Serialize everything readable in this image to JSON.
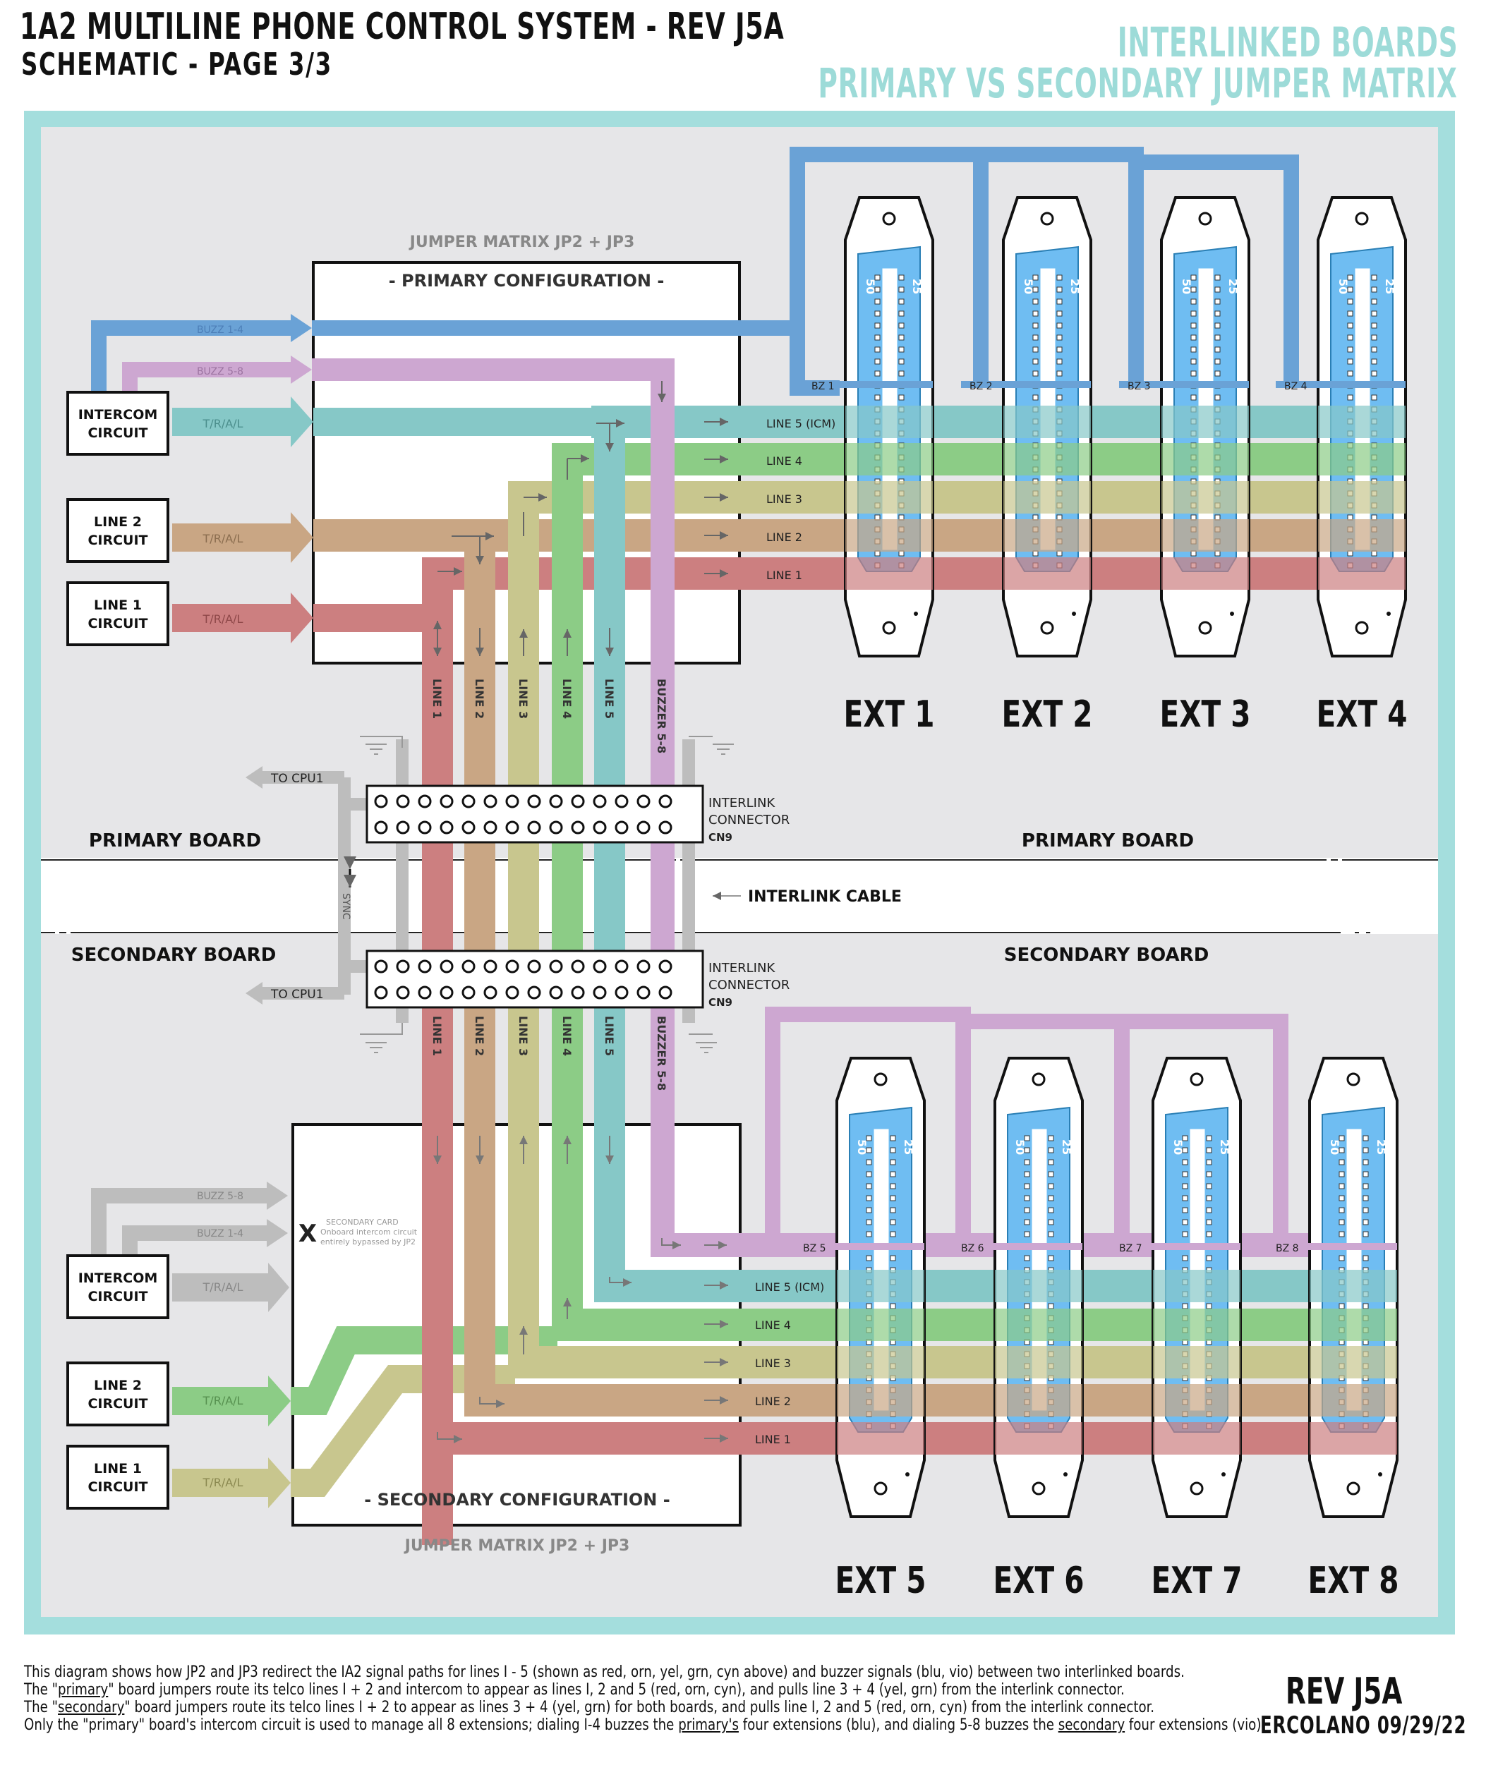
{
  "title": {
    "line1": "1A2 MULTILINE PHONE CONTROL SYSTEM  -  REV J5A",
    "line2": "SCHEMATIC - PAGE 3/3",
    "right1": "INTERLINKED BOARDS",
    "right2": "PRIMARY VS SECONDARY JUMPER MATRIX"
  },
  "colors": {
    "frame": "#a4dedd",
    "panel": "#e6e6e8",
    "blue": "#6aa2d6",
    "violet": "#cda7d1",
    "cyan": "#86c8c7",
    "green": "#8ccc86",
    "yellow": "#c8c68e",
    "orange": "#c9a684",
    "red": "#cc7f80",
    "grey": "#b8b8b8",
    "connector": "#6fbdf2"
  },
  "primary": {
    "matrix_label": "JUMPER MATRIX JP2 + JP3",
    "config_label": "- PRIMARY CONFIGURATION -",
    "board_label": "PRIMARY BOARD",
    "circuits": [
      "INTERCOM CIRCUIT",
      "LINE 2 CIRCUIT",
      "LINE 1 CIRCUIT"
    ],
    "inputs": [
      "BUZZ 1-4",
      "BUZZ 5-8",
      "T/R/A/L",
      "T/R/A/L",
      "T/R/A/L"
    ],
    "lines": [
      "LINE 5 (ICM)",
      "LINE 4",
      "LINE 3",
      "LINE 2",
      "LINE 1"
    ],
    "buzz_tags": [
      "BZ 1",
      "BZ 2",
      "BZ 3",
      "BZ 4"
    ],
    "extensions": [
      "EXT 1",
      "EXT 2",
      "EXT 3",
      "EXT 4"
    ],
    "to_cpu": "TO CPU1"
  },
  "secondary": {
    "matrix_label": "JUMPER MATRIX JP2 + JP3",
    "config_label": "- SECONDARY CONFIGURATION -",
    "board_label": "SECONDARY BOARD",
    "circuits": [
      "INTERCOM CIRCUIT",
      "LINE 2 CIRCUIT",
      "LINE 1 CIRCUIT"
    ],
    "inputs": [
      "BUZZ 5-8",
      "BUZZ 1-4",
      "T/R/A/L",
      "T/R/A/L",
      "T/R/A/L"
    ],
    "bypass_mark": "X",
    "bypass_note": [
      "SECONDARY CARD",
      "Onboard intercom circuit",
      "entirely bypassed by JP2"
    ],
    "lines": [
      "LINE 5 (ICM)",
      "LINE 4",
      "LINE 3",
      "LINE 2",
      "LINE 1"
    ],
    "buzz_tags": [
      "BZ 5",
      "BZ 6",
      "BZ 7",
      "BZ 8"
    ],
    "extensions": [
      "EXT 5",
      "EXT 6",
      "EXT 7",
      "EXT 8"
    ],
    "to_cpu": "TO CPU1"
  },
  "interlink": {
    "bus_labels": [
      "LINE 1",
      "LINE 2",
      "LINE 3",
      "LINE 4",
      "LINE 5",
      "BUZZER 5-8"
    ],
    "connector_label": [
      "INTERLINK",
      "CONNECTOR",
      "CN9"
    ],
    "cable_label": "INTERLINK CABLE",
    "sync_label": "SYNC"
  },
  "connector_pins": {
    "left": "50",
    "right": "25"
  },
  "footnote": {
    "line1": "This diagram shows how JP2 and JP3 redirect the IA2 signal paths for lines I - 5 (shown as red, orn, yel, grn, cyn above) and buzzer signals (blu, vio) between two interlinked boards.",
    "line2_a": "The \"",
    "line2_b": "primary",
    "line2_c": "\" board jumpers route its telco lines I + 2 and intercom to appear as lines I, 2 and 5 (red, orn, cyn), and pulls line 3 + 4 (yel, grn) from the interlink connector.",
    "line3_a": "The \"",
    "line3_b": "secondary",
    "line3_c": "\" board jumpers route its telco lines I + 2 to appear as lines 3 + 4 (yel, grn) for both boards, and pulls line I, 2 and 5 (red, orn, cyn) from the interlink connector.",
    "line4_a": "Only the \"primary\" board's intercom circuit is used to manage all 8 extensions; dialing I-4 buzzes the ",
    "line4_b": "primary's",
    "line4_c": " four extensions (blu), and dialing 5-8 buzzes the ",
    "line4_d": "secondary",
    "line4_e": " four extensions (vio)."
  },
  "revision": {
    "rev": "REV J5A",
    "signature": "ERCOLANO 09/29/22"
  }
}
